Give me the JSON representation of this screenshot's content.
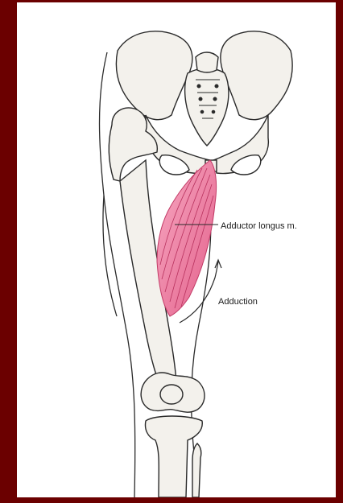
{
  "figure": {
    "labels": {
      "muscle": "Adductor longus m.",
      "motion": "Adduction"
    },
    "colors": {
      "frame": "#6b0000",
      "background": "#ffffff",
      "bone_fill": "#f3f1ec",
      "bone_stroke": "#2a2a2a",
      "muscle": "#e8739a"
    },
    "icons": [
      "pelvis-illustration",
      "femur-illustration",
      "adductor-longus-muscle",
      "adduction-arrow"
    ]
  }
}
